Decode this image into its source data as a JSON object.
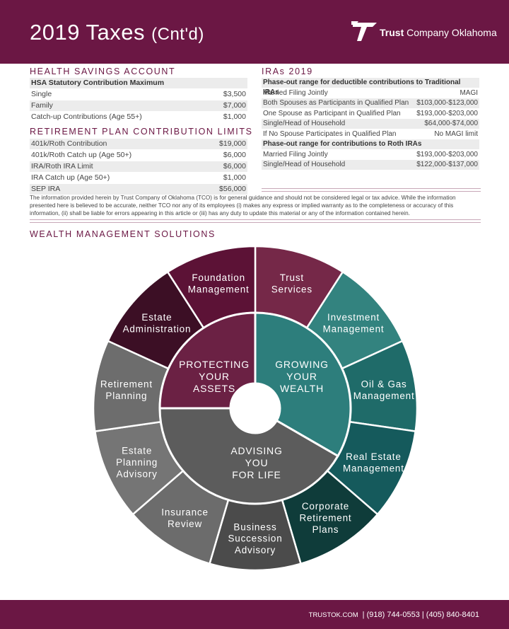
{
  "header": {
    "title": "2019 Taxes",
    "title_suffix": "(Cnt'd)",
    "logo_bold": "Trust",
    "logo_rest": "Company Oklahoma"
  },
  "hsa": {
    "title": "HEALTH SAVINGS ACCOUNT",
    "head": "HSA Statutory Contribution Maximum",
    "rows": [
      {
        "label": "Single",
        "value": "$3,500"
      },
      {
        "label": "Family",
        "value": "$7,000"
      },
      {
        "label": "Catch-up Contributions (Age 55+)",
        "value": "$1,000"
      }
    ]
  },
  "retirement": {
    "title": "RETIREMENT PLAN CONTRIBUTION LIMITS",
    "rows": [
      {
        "label": "401k/Roth Contribution",
        "value": "$19,000"
      },
      {
        "label": "401k/Roth Catch up (Age 50+)",
        "value": "$6,000"
      },
      {
        "label": "IRA/Roth IRA Limit",
        "value": "$6,000"
      },
      {
        "label": "IRA Catch up (Age 50+)",
        "value": "$1,000"
      },
      {
        "label": "SEP IRA",
        "value": "$56,000"
      }
    ]
  },
  "iras": {
    "title": "IRAs 2019",
    "head1": "Phase-out range for deductible contributions to Traditional IRAs",
    "rows1": [
      {
        "label": "Married Filing Jointly",
        "value": "MAGI"
      },
      {
        "label": "Both Spouses as Participants in Qualified Plan",
        "value": "$103,000-$123,000"
      },
      {
        "label": "One Spouse as Participant in Qualified Plan",
        "value": "$193,000-$203,000"
      },
      {
        "label": "Single/Head of Household",
        "value": "$64,000-$74,000"
      },
      {
        "label": "If No Spouse Participates in Qualified Plan",
        "value": "No MAGI limit"
      }
    ],
    "head2": "Phase-out range for contributions to Roth IRAs",
    "rows2": [
      {
        "label": "Married Filing Jointly",
        "value": "$193,000-$203,000"
      },
      {
        "label": "Single/Head of Household",
        "value": "$122,000-$137,000"
      }
    ]
  },
  "disclaimer": "The information provided herein by Trust Company of Oklahoma (TCO) is for general guidance and should not be considered legal or tax advice. While the information presented here is believed to be accurate, neither TCO nor any of its employees (i) makes any express or implied warranty as to the completeness or accuracy of this information, (ii) shall be liable for errors appearing in this article or (iii) has any duty to update this material or any of the information contained herein.",
  "wealth": {
    "title": "WEALTH MANAGEMENT SOLUTIONS",
    "inner": [
      {
        "lines": [
          "PROTECTING",
          "YOUR",
          "ASSETS"
        ],
        "color": "#6b2144"
      },
      {
        "lines": [
          "GROWING",
          "YOUR",
          "WEALTH"
        ],
        "color": "#2d7e7c"
      },
      {
        "lines": [
          "ADVISING",
          "YOU",
          "FOR LIFE"
        ],
        "color": "#5c5c5c"
      }
    ],
    "outer": [
      {
        "lines": [
          "Trust",
          "Services"
        ],
        "color": "#752848"
      },
      {
        "lines": [
          "Investment",
          "Management"
        ],
        "color": "#33837f"
      },
      {
        "lines": [
          "Oil & Gas",
          "Management"
        ],
        "color": "#1f6b69"
      },
      {
        "lines": [
          "Real Estate",
          "Management"
        ],
        "color": "#155a5c"
      },
      {
        "lines": [
          "Corporate",
          "Retirement",
          "Plans"
        ],
        "color": "#0f3c3a"
      },
      {
        "lines": [
          "Business",
          "Succession",
          "Advisory"
        ],
        "color": "#4b4b4b"
      },
      {
        "lines": [
          "Insurance",
          "Review"
        ],
        "color": "#6c6c6c"
      },
      {
        "lines": [
          "Estate",
          "Planning",
          "Advisory"
        ],
        "color": "#757575"
      },
      {
        "lines": [
          "Retirement",
          "Planning"
        ],
        "color": "#6d6d6d"
      },
      {
        "lines": [
          "Estate",
          "Administration"
        ],
        "color": "#3c0f25"
      },
      {
        "lines": [
          "Foundation",
          "Management"
        ],
        "color": "#5c1236"
      }
    ]
  },
  "footer": {
    "web": "TRUSTOK.COM",
    "phones": "| (918) 744-0553 | (405) 840-8401"
  }
}
